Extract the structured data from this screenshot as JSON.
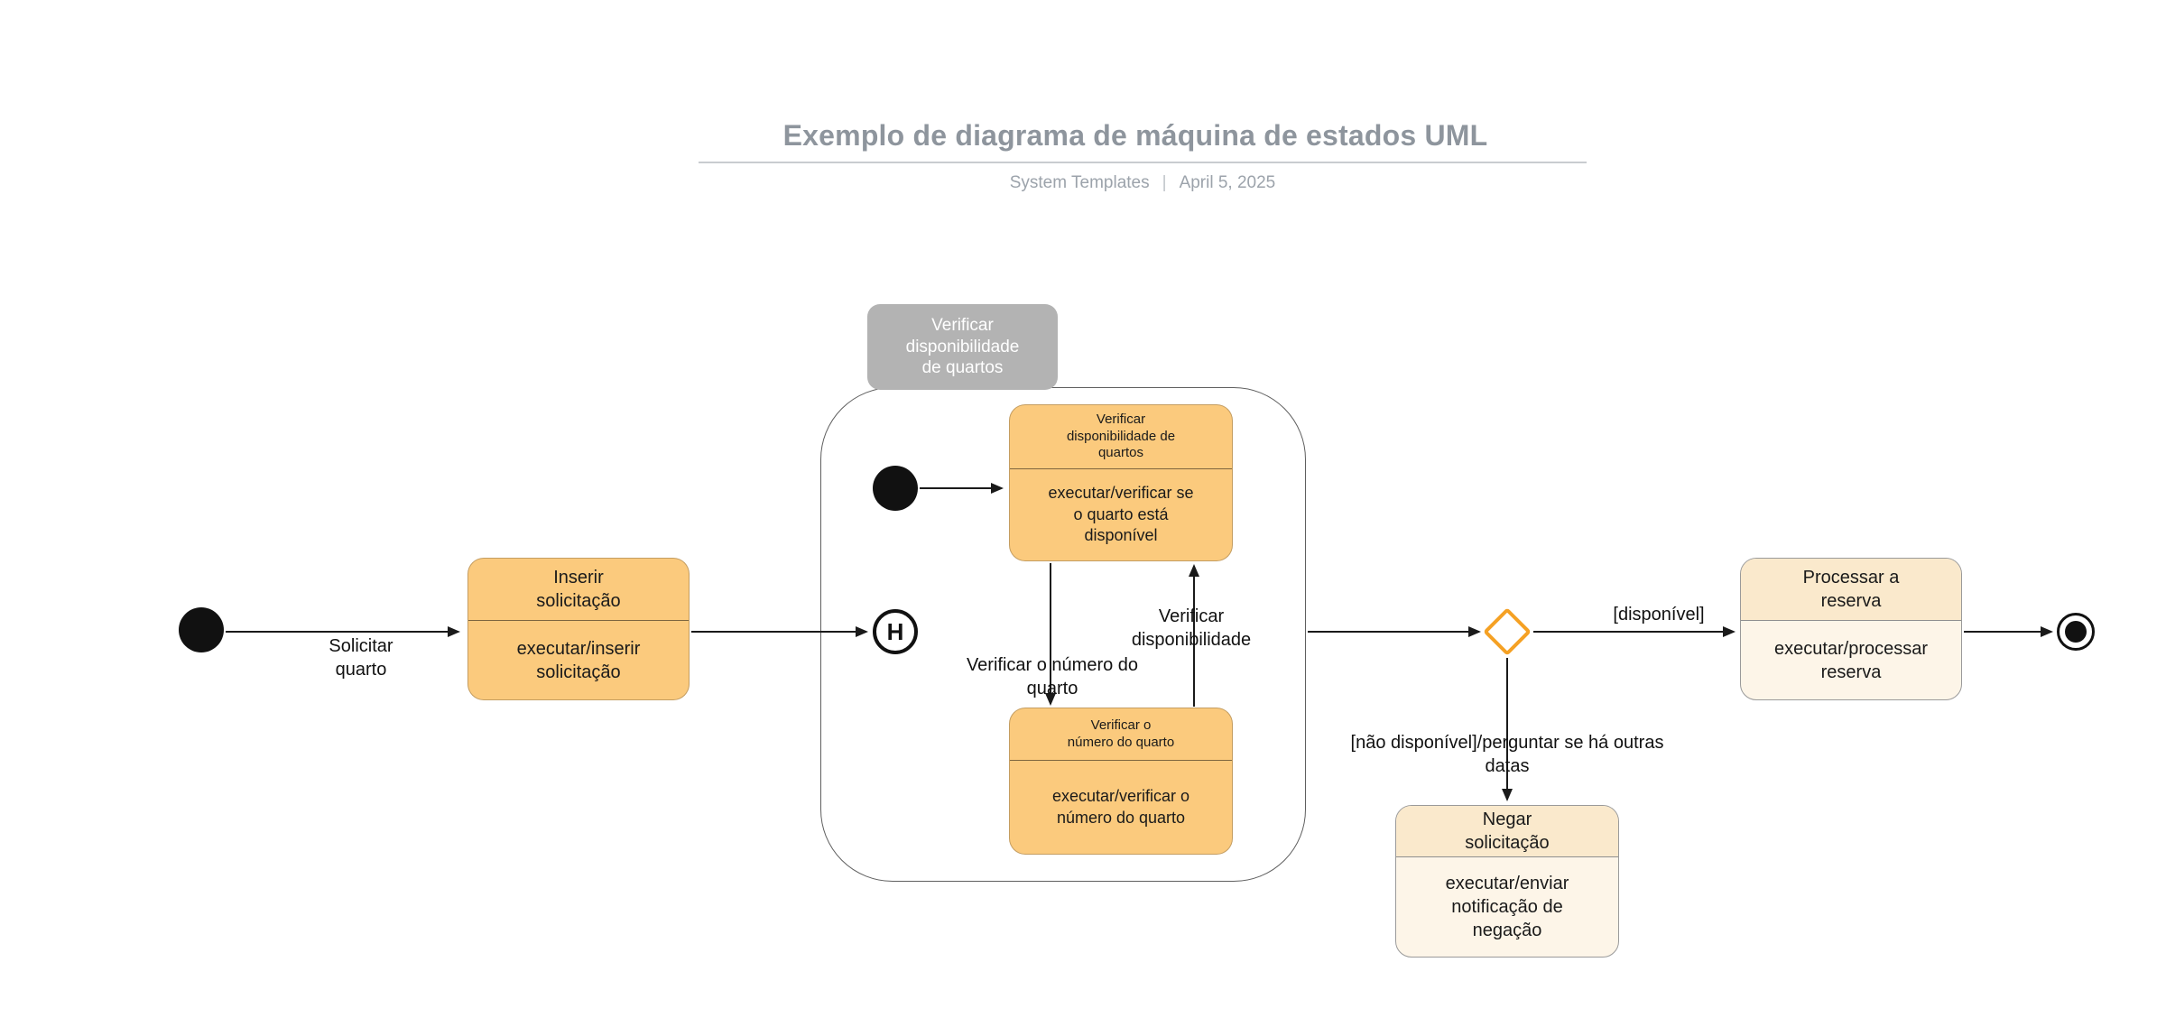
{
  "header": {
    "title": "Exemplo de diagrama de máquina de estados UML",
    "author": "System Templates",
    "separator": "|",
    "date": "April 5, 2025"
  },
  "colors": {
    "title_color": "#8E959D",
    "subtitle_color": "#9CA3AB",
    "subtitle_sep_color": "#C0C5CA",
    "underline_color": "#C9CCD0",
    "state_orange": "#FBCA7D",
    "state_cream_header": "#FAE9CC",
    "state_cream_body": "#FDF5E8",
    "composite_label_bg": "#B3B3B3",
    "composite_border": "#5F5F5F",
    "choice_border": "#F5A124"
  },
  "diagram": {
    "composite_label": "Verificar\ndisponibilidade\nde quartos",
    "history_label": "H",
    "states": {
      "inserir_solicitacao": {
        "name": "Inserir\nsolicitação",
        "action": "executar/inserir\nsolicitação"
      },
      "verificar_disponibilidade": {
        "name": "Verificar\ndisponibilidade de\nquartos",
        "action": "executar/verificar se\no quarto está\ndisponível"
      },
      "verificar_numero": {
        "name": "Verificar o\nnúmero do quarto",
        "action": "executar/verificar o\nnúmero do quarto"
      },
      "processar_reserva": {
        "name": "Processar a\nreserva",
        "action": "executar/processar\nreserva"
      },
      "negar_solicitacao": {
        "name": "Negar\nsolicitação",
        "action": "executar/enviar\nnotificação de\nnegação"
      }
    },
    "transitions": {
      "solicitar_quarto": "Solicitar\nquarto",
      "verificar_numero_quarto": "Verificar o número do\nquarto",
      "verificar_disponibilidade": "Verificar\ndisponibilidade",
      "disponivel": "[disponível]",
      "nao_disponivel": "[não disponível]/perguntar se há outras\ndatas"
    }
  }
}
